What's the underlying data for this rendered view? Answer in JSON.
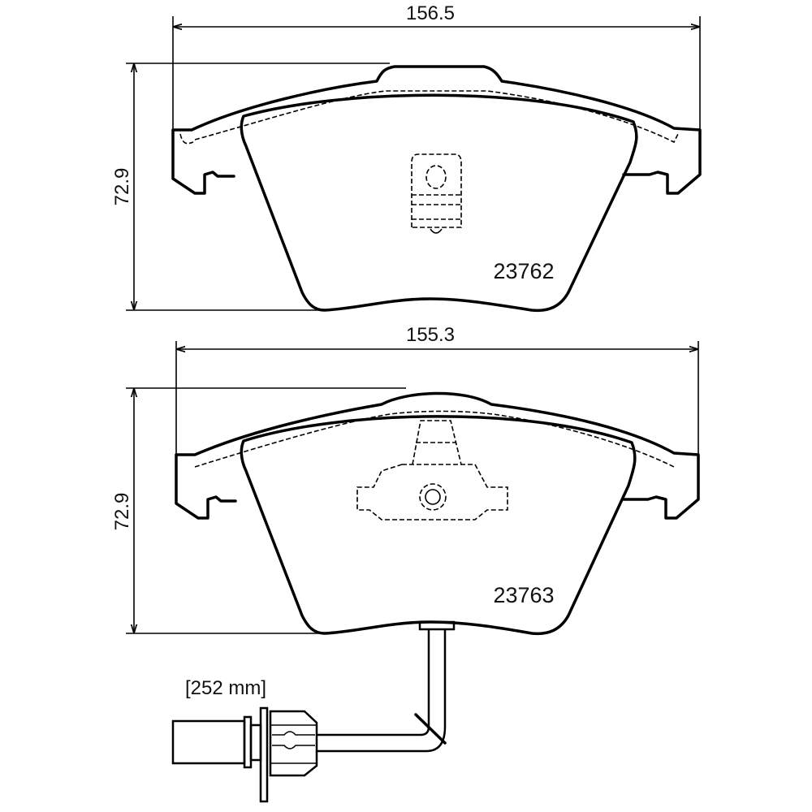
{
  "pads": [
    {
      "part_number": "23762",
      "width_dim": "156.5",
      "height_dim": "72.9"
    },
    {
      "part_number": "23763",
      "width_dim": "155.3",
      "height_dim": "72.9"
    }
  ],
  "sensor": {
    "wire_length": "[252 mm]"
  }
}
